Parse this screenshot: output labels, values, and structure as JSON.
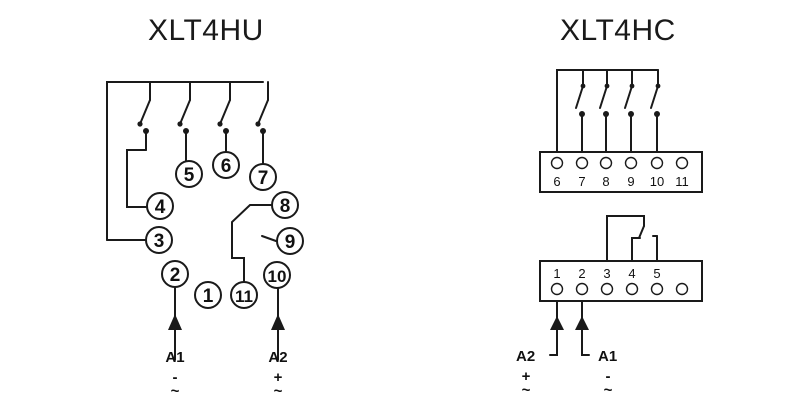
{
  "left": {
    "title": "XLT4HU",
    "pins": [
      "1",
      "2",
      "3",
      "4",
      "5",
      "6",
      "7",
      "8",
      "9",
      "10",
      "11"
    ],
    "coil_labels": [
      "A1",
      "A2"
    ],
    "coil_polarity": [
      "-",
      "+"
    ],
    "ac_symbol": "~"
  },
  "right": {
    "title": "XLT4HC",
    "top_terminals": [
      "6",
      "7",
      "8",
      "9",
      "10",
      "11"
    ],
    "bottom_terminals": [
      "1",
      "2",
      "3",
      "4",
      "5"
    ],
    "coil_labels": [
      "A2",
      "A1"
    ],
    "coil_polarity": [
      "+",
      "-"
    ],
    "ac_symbol": "~"
  },
  "colors": {
    "line": "#1a1a1a",
    "background": "#ffffff"
  }
}
